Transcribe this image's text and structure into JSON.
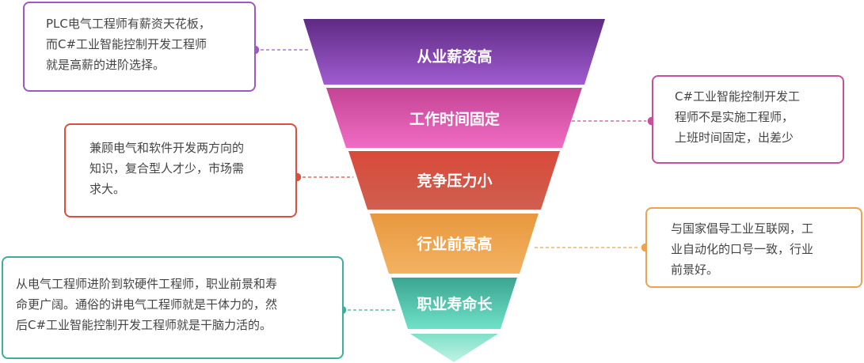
{
  "colors": {
    "seg1": [
      "#5e2a83",
      "#a05cd0"
    ],
    "seg2": [
      "#c44495",
      "#f06cc3"
    ],
    "seg3": [
      "#d94a3a",
      "#d06050"
    ],
    "seg4": [
      "#e89a40",
      "#f2b060"
    ],
    "seg5": [
      "#3aa590",
      "#6fe0c8"
    ],
    "tip": [
      "#7fdfc8",
      "#c0f2e4"
    ]
  },
  "funnel": {
    "levels": [
      {
        "label": "从业薪资高"
      },
      {
        "label": "工作时间固定"
      },
      {
        "label": "竞争压力小"
      },
      {
        "label": "行业前景高"
      },
      {
        "label": "职业寿命长"
      }
    ]
  },
  "callouts": [
    {
      "lines": [
        "PLC电气工程师有薪资天花板，",
        "而C#工业智能控制开发工程师",
        "就是高薪的进阶选择。"
      ]
    },
    {
      "lines": [
        "C#工业智能控制开发工",
        "程师不是实施工程师，",
        "上班时间固定，出差少"
      ]
    },
    {
      "lines": [
        "兼顾电气和软件开发两方向的",
        "知识，复合型人才少，市场需",
        "求大。"
      ]
    },
    {
      "lines": [
        "与国家倡导工业互联网，工",
        "业自动化的口号一致，行业",
        "前景好。"
      ]
    },
    {
      "lines": [
        "从电气工程师进阶到软硬件工程师，职业前景和寿",
        "命更广阔。通俗的讲电气工程师就是干体力的，然",
        "后C#工业智能控制开发工程师就是干脑力活的。"
      ]
    }
  ]
}
